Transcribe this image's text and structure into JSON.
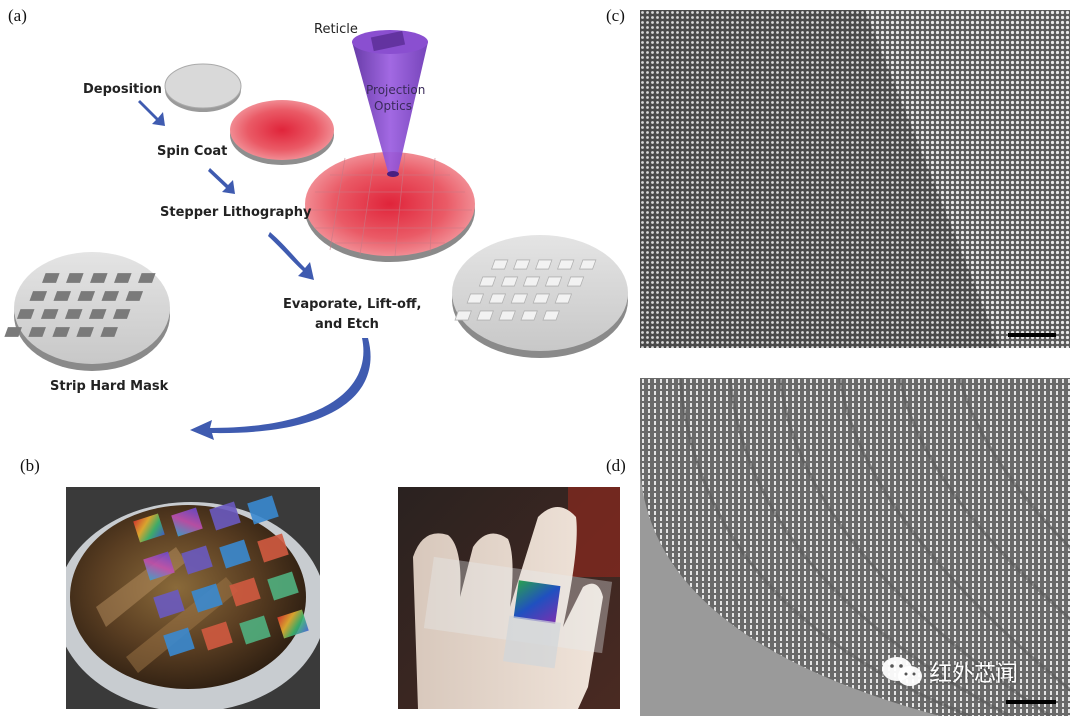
{
  "panels": {
    "a": "(a)",
    "b": "(b)",
    "c": "(c)",
    "d": "(d)"
  },
  "process": {
    "reticle": "Reticle",
    "optics_line1": "Projection",
    "optics_line2": "Optics",
    "deposition": "Deposition",
    "spin_coat": "Spin Coat",
    "stepper": "Stepper Lithography",
    "evaporate_line1": "Evaporate, Lift-off,",
    "evaporate_line2": "and Etch",
    "strip": "Strip Hard Mask"
  },
  "watermark": {
    "text": "红外芯闻",
    "icon": "wechat-icon"
  },
  "colors": {
    "arrow": "#3f5bb0",
    "resist": "#e0384a",
    "optics": "#7a3fc0",
    "wafer": "#d4d4d4"
  }
}
